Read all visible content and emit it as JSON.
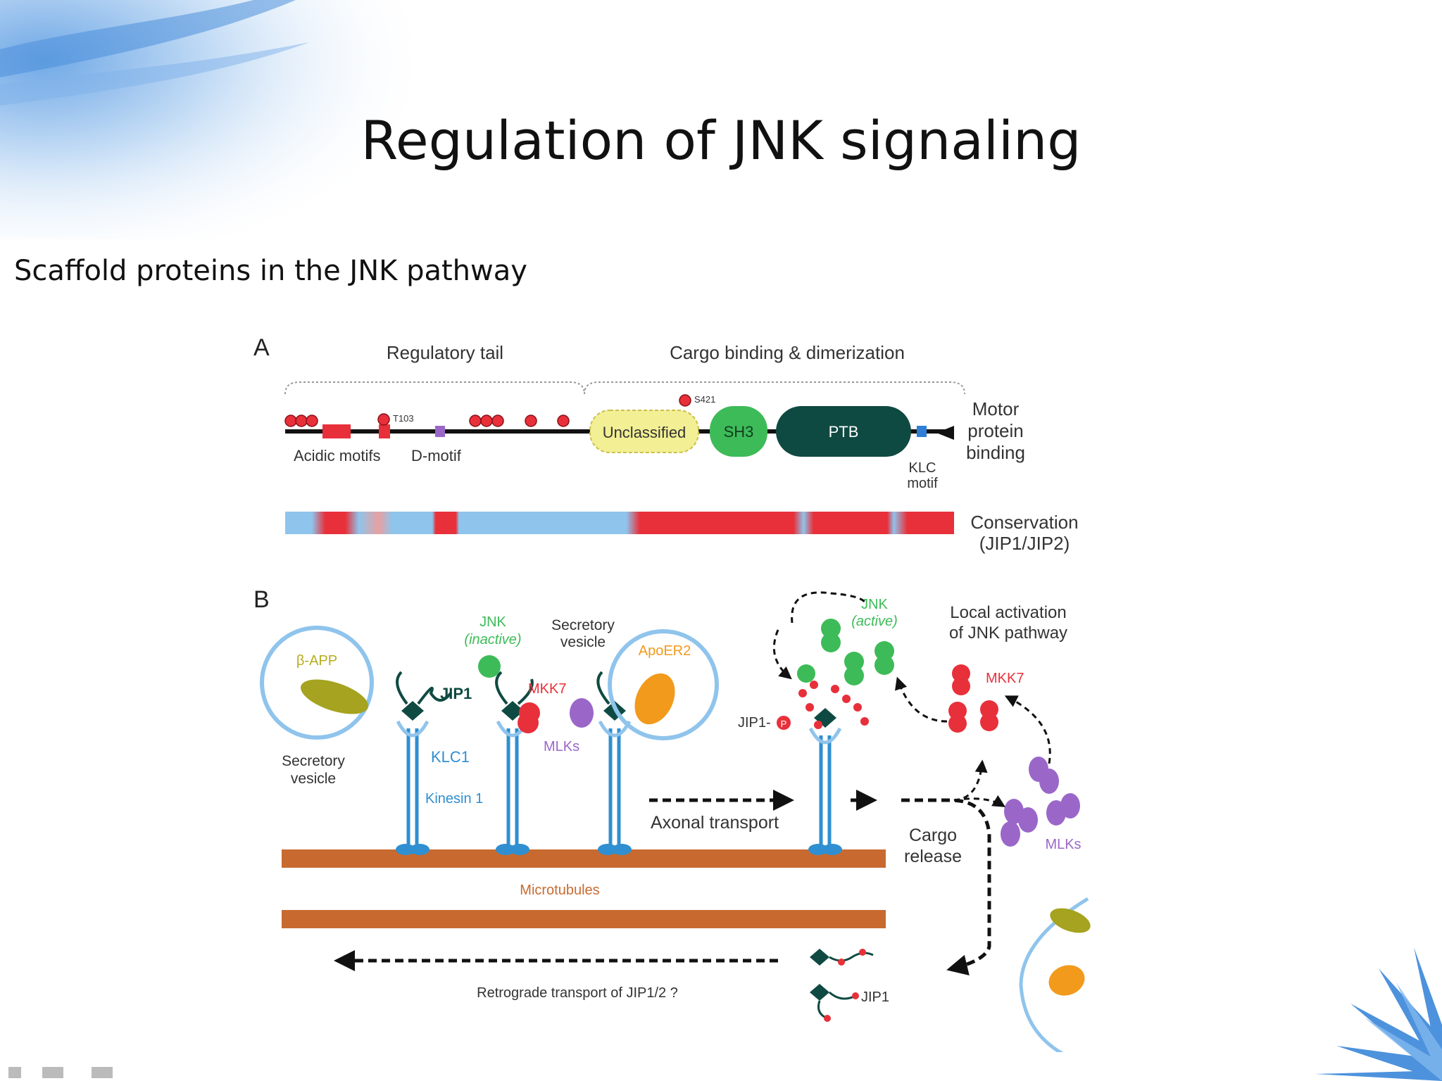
{
  "slide": {
    "title": "Regulation of JNK signaling",
    "subtitle": "Scaffold proteins in the JNK pathway"
  },
  "panelA": {
    "panel_label": "A",
    "regulatory_tail": "Regulatory tail",
    "cargo_binding": "Cargo binding & dimerization",
    "site_s421": "S421",
    "site_t103": "T103",
    "acidic_motifs": "Acidic motifs",
    "d_motif": "D-motif",
    "unclassified": "Unclassified",
    "sh3": "SH3",
    "ptb": "PTB",
    "klc_motif_1": "KLC",
    "klc_motif_2": "motif",
    "motor_1": "Motor",
    "motor_2": "protein",
    "motor_3": "binding",
    "conservation_1": "Conservation",
    "conservation_2": "(JIP1/JIP2)"
  },
  "panelB": {
    "panel_label": "B",
    "b_app": "β-APP",
    "secretory_vesicle_left_1": "Secretory",
    "secretory_vesicle_left_2": "vesicle",
    "jip1_main": "JIP1",
    "klc1": "KLC1",
    "kinesin1": "Kinesin 1",
    "jnk_inactive_1": "JNK",
    "jnk_inactive_2": "(inactive)",
    "mkk7_left": "MKK7",
    "mlks_left": "MLKs",
    "secretory_vesicle_mid_1": "Secretory",
    "secretory_vesicle_mid_2": "vesicle",
    "apoer2": "ApoER2",
    "axonal_transport": "Axonal transport",
    "jnk_active_1": "JNK",
    "jnk_active_2": "(active)",
    "jip1_p": "JIP1-",
    "p_letter": "P",
    "local_activation_1": "Local activation",
    "local_activation_2": "of JNK pathway",
    "mkk7_right": "MKK7",
    "mlks_right": "MLKs",
    "cargo_release_1": "Cargo",
    "cargo_release_2": "release",
    "microtubules": "Microtubules",
    "retrograde": "Retrograde transport of JIP1/2 ?",
    "jip1_bottom": "JIP1"
  },
  "colors": {
    "red": "#e8303a",
    "green": "#3dbb58",
    "dark_teal": "#0f4a42",
    "purple": "#9a67c9",
    "orange": "#f29a1c",
    "olive": "#a5a31f",
    "light_blue": "#8fc4ec",
    "kinesin_blue": "#2f8fd0",
    "microtubule": "#c86a30",
    "unclassified_fill": "#f3ef94"
  }
}
